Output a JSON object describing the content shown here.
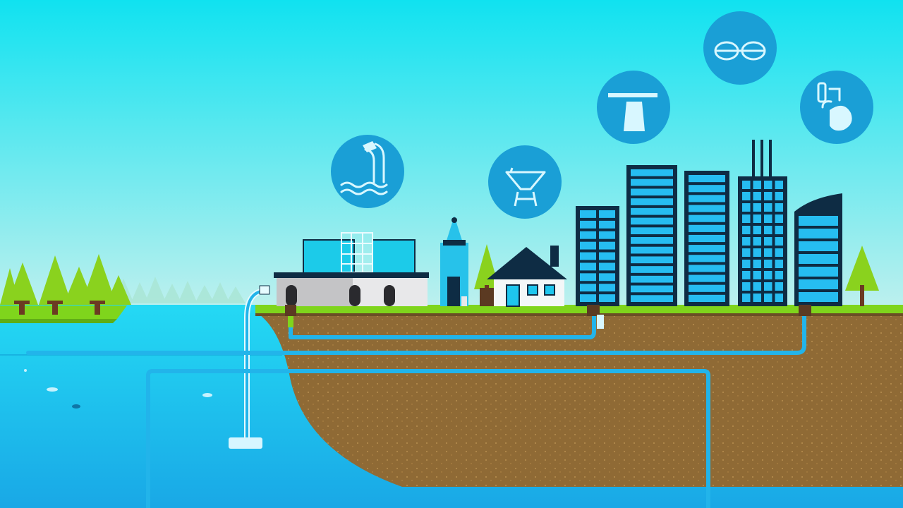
{
  "scene": {
    "subject": "water-supply-illustration"
  },
  "colors": {
    "sky_top": "#10e2f0",
    "sky_bottom": "#bff0ee",
    "water_top": "#24d9f4",
    "water_bottom": "#19a8e6",
    "grass": "#7fd51c",
    "soil": "#8f6a35",
    "pipe": "#22b4ea",
    "building": "#0e2c44",
    "building_window": "#26bdf1",
    "icon_circle": "#1a9fd6",
    "icon_glyph": "#d8f7ff",
    "tree": "#8ad21e",
    "trunk": "#6b3a22"
  },
  "icons": [
    {
      "name": "water-intake-icon"
    },
    {
      "name": "filtration-hopper-icon"
    },
    {
      "name": "water-tower-icon"
    },
    {
      "name": "pipe-fittings-icon"
    },
    {
      "name": "valve-icon"
    }
  ],
  "landmarks": [
    {
      "name": "treatment-plant"
    },
    {
      "name": "water-tower"
    },
    {
      "name": "house"
    },
    {
      "name": "office-towers"
    }
  ]
}
